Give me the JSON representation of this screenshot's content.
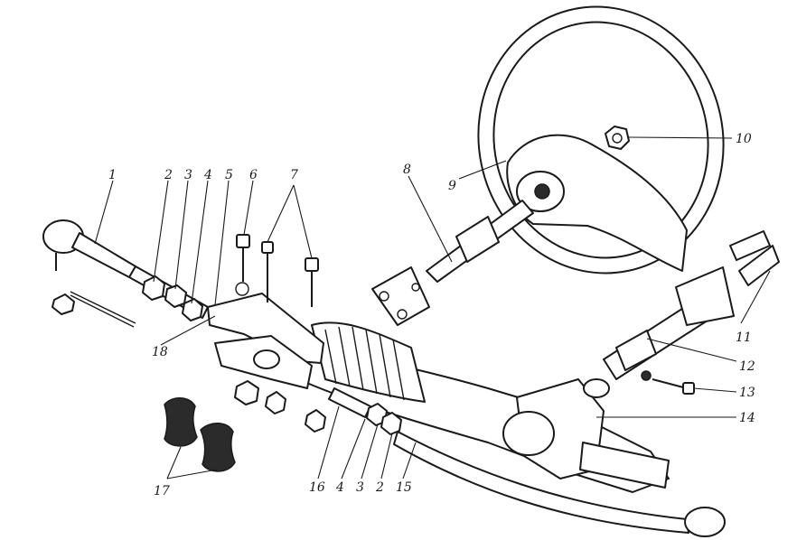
{
  "diagram": {
    "callouts": [
      {
        "id": "c1",
        "text": "1"
      },
      {
        "id": "c2a",
        "text": "2"
      },
      {
        "id": "c3a",
        "text": "3"
      },
      {
        "id": "c4a",
        "text": "4"
      },
      {
        "id": "c5",
        "text": "5"
      },
      {
        "id": "c6",
        "text": "6"
      },
      {
        "id": "c7",
        "text": "7"
      },
      {
        "id": "c8",
        "text": "8"
      },
      {
        "id": "c9",
        "text": "9"
      },
      {
        "id": "c10",
        "text": "10"
      },
      {
        "id": "c11",
        "text": "11"
      },
      {
        "id": "c12",
        "text": "12"
      },
      {
        "id": "c13",
        "text": "13"
      },
      {
        "id": "c14",
        "text": "14"
      },
      {
        "id": "c15",
        "text": "15"
      },
      {
        "id": "c2b",
        "text": "2"
      },
      {
        "id": "c3b",
        "text": "3"
      },
      {
        "id": "c4b",
        "text": "4"
      },
      {
        "id": "c16",
        "text": "16"
      },
      {
        "id": "c17",
        "text": "17"
      },
      {
        "id": "c18",
        "text": "18"
      }
    ]
  }
}
